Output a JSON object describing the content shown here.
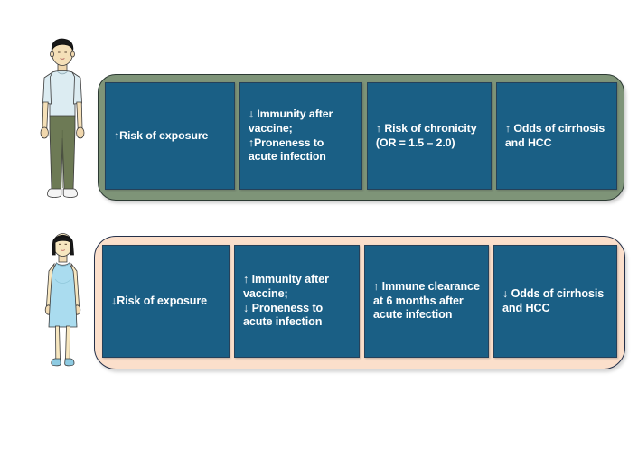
{
  "figures": {
    "male": {
      "name": "male-figure",
      "colors": {
        "hair": "#191919",
        "skin": "#f5e0b8",
        "shirt": "#dcecf2",
        "pants": "#6d7a55",
        "shoes": "#f4f4f4"
      }
    },
    "female": {
      "name": "female-figure",
      "colors": {
        "hair": "#191919",
        "skin": "#f7e7c0",
        "dress": "#aadcef",
        "shoes": "#8ecbe2"
      }
    }
  },
  "rows": [
    {
      "id": "male-row",
      "band_color": "#7e9478",
      "band_border": "#2c3a33",
      "cell_color": "#1a5f85",
      "cells": [
        {
          "text": "↑Risk of exposure"
        },
        {
          "text": "↓ Immunity after\nvaccine;\n↑Proneness to\nacute infection"
        },
        {
          "text": "↑ Risk of chronicity\n(OR = 1.5 – 2.0)"
        },
        {
          "text": "↑ Odds of cirrhosis\nand HCC"
        }
      ]
    },
    {
      "id": "female-row",
      "band_color": "#fbdfcb",
      "band_border": "#243049",
      "cell_color": "#1a5f85",
      "cells": [
        {
          "text": "↓Risk of exposure"
        },
        {
          "text": "↑ Immunity after\nvaccine;\n↓ Proneness to\nacute infection"
        },
        {
          "text": "↑ Immune clearance\nat 6 months after\nacute infection"
        },
        {
          "text": "↓ Odds of cirrhosis\nand HCC"
        }
      ]
    }
  ]
}
